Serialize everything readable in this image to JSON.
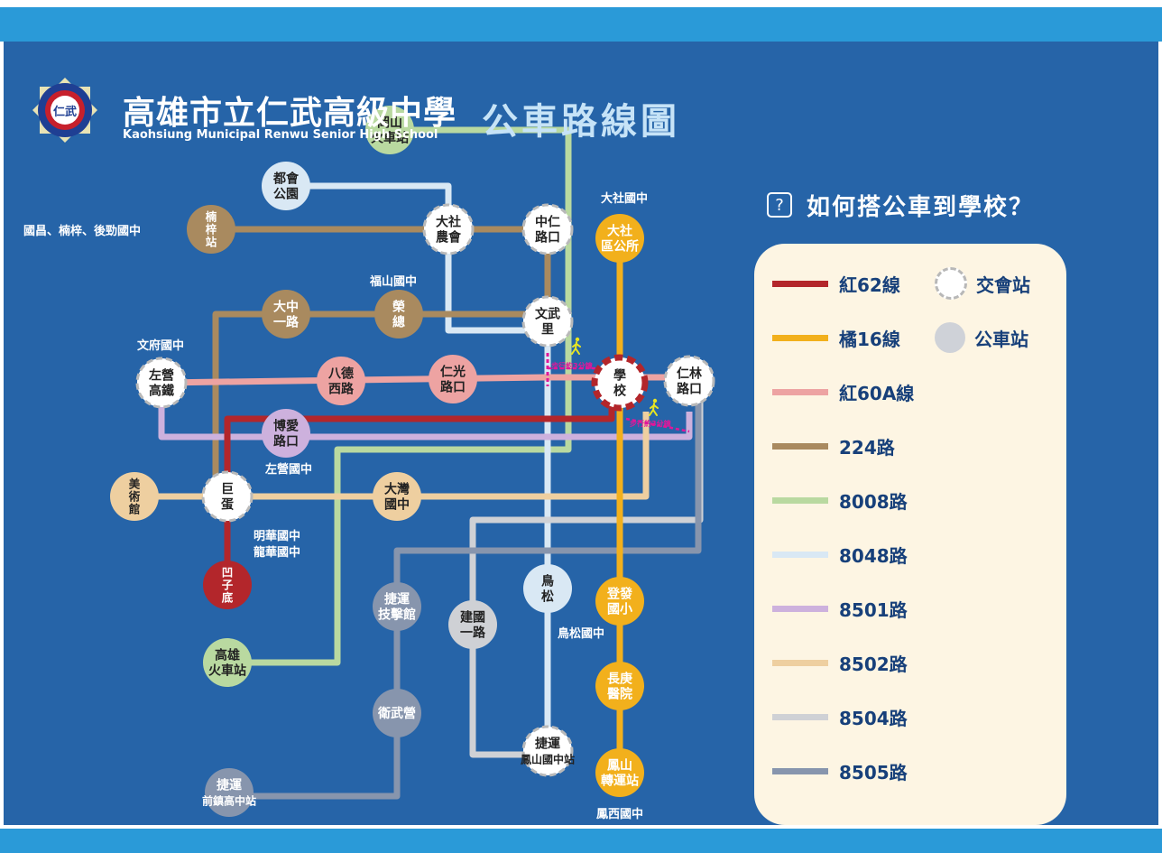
{
  "header": {
    "school_name_zh": "高雄市立仁武高級中學",
    "school_name_en": "Kaohsiung Municipal Renwu Senior High School",
    "map_title": "公車路線圖",
    "logo_text": "仁武"
  },
  "howto": {
    "icon": "question-icon",
    "icon_glyph": "?",
    "text": "如何搭公車到學校？"
  },
  "legend": {
    "routes": [
      {
        "label": "紅62線",
        "color": "#b3262b"
      },
      {
        "label": "橘16線",
        "color": "#f2b01c"
      },
      {
        "label": "紅60A線",
        "color": "#eda3a2"
      },
      {
        "label": "224路",
        "color": "#a98a5f"
      },
      {
        "label": "8008路",
        "color": "#b9d9a0"
      },
      {
        "label": "8048路",
        "color": "#d9e8f4"
      },
      {
        "label": "8501路",
        "color": "#cdb1dd"
      },
      {
        "label": "8502路",
        "color": "#eecfa0"
      },
      {
        "label": "8504路",
        "color": "#cfd1d5"
      },
      {
        "label": "8505路",
        "color": "#8795ad"
      }
    ],
    "symbols": {
      "junction": "交會站",
      "stop": "公車站"
    }
  },
  "walk_notes": {
    "wenwuli": "步行約3分鐘",
    "renlin": "步行約3分鐘"
  },
  "stations": [
    {
      "id": "gangshan",
      "lines": [
        "岡山",
        "火車站"
      ],
      "fill": "#b9d9a0",
      "color": "#222",
      "type": "stop"
    },
    {
      "id": "duhui",
      "lines": [
        "都會",
        "公園"
      ],
      "fill": "#d9e8f4",
      "color": "#222",
      "type": "stop"
    },
    {
      "id": "nanzi",
      "lines": [
        "楠",
        "梓",
        "站"
      ],
      "fill": "#a98a5f",
      "color": "#fff",
      "type": "stop"
    },
    {
      "id": "dashe_farm",
      "lines": [
        "大社",
        "農會"
      ],
      "fill": "#ffffff",
      "color": "#222",
      "type": "junction"
    },
    {
      "id": "zhongren",
      "lines": [
        "中仁",
        "路口"
      ],
      "fill": "#ffffff",
      "color": "#222",
      "type": "junction"
    },
    {
      "id": "dashe_office",
      "lines": [
        "大社",
        "區公所"
      ],
      "fill": "#f2b01c",
      "color": "#fff",
      "type": "stop"
    },
    {
      "id": "dazhong",
      "lines": [
        "大中",
        "一路"
      ],
      "fill": "#a98a5f",
      "color": "#fff",
      "type": "stop"
    },
    {
      "id": "rongzong",
      "lines": [
        "榮",
        "總"
      ],
      "fill": "#a98a5f",
      "color": "#fff",
      "type": "stop"
    },
    {
      "id": "wenwuli",
      "lines": [
        "文武",
        "里"
      ],
      "fill": "#ffffff",
      "color": "#222",
      "type": "junction"
    },
    {
      "id": "zuoying",
      "lines": [
        "左營",
        "高鐵"
      ],
      "fill": "#ffffff",
      "color": "#222",
      "type": "junction"
    },
    {
      "id": "bade",
      "lines": [
        "八德",
        "西路"
      ],
      "fill": "#eda3a2",
      "color": "#222",
      "type": "stop"
    },
    {
      "id": "renguang",
      "lines": [
        "仁光",
        "路口"
      ],
      "fill": "#eda3a2",
      "color": "#222",
      "type": "stop"
    },
    {
      "id": "school",
      "lines": [
        "學",
        "校"
      ],
      "fill": "#ffffff",
      "color": "#222",
      "type": "school"
    },
    {
      "id": "renlin",
      "lines": [
        "仁林",
        "路口"
      ],
      "fill": "#ffffff",
      "color": "#222",
      "type": "junction"
    },
    {
      "id": "boai",
      "lines": [
        "博愛",
        "路口"
      ],
      "fill": "#cdb1dd",
      "color": "#222",
      "type": "stop"
    },
    {
      "id": "meishu",
      "lines": [
        "美",
        "術",
        "館"
      ],
      "fill": "#eecfa0",
      "color": "#222",
      "type": "stop"
    },
    {
      "id": "judan",
      "lines": [
        "巨",
        "蛋"
      ],
      "fill": "#ffffff",
      "color": "#222",
      "type": "junction"
    },
    {
      "id": "dawan",
      "lines": [
        "大灣",
        "國中"
      ],
      "fill": "#eecfa0",
      "color": "#222",
      "type": "stop"
    },
    {
      "id": "aozidi",
      "lines": [
        "凹",
        "子",
        "底"
      ],
      "fill": "#b3262b",
      "color": "#fff",
      "type": "stop"
    },
    {
      "id": "mrt_tech",
      "lines": [
        "捷運",
        "技擊館"
      ],
      "fill": "#8795ad",
      "color": "#fff",
      "type": "stop"
    },
    {
      "id": "jianguo",
      "lines": [
        "建國",
        "一路"
      ],
      "fill": "#cfd1d5",
      "color": "#222",
      "type": "stop"
    },
    {
      "id": "niaosong",
      "lines": [
        "鳥",
        "松"
      ],
      "fill": "#d9e8f4",
      "color": "#222",
      "type": "stop"
    },
    {
      "id": "dengfa",
      "lines": [
        "登發",
        "國小"
      ],
      "fill": "#f2b01c",
      "color": "#fff",
      "type": "stop"
    },
    {
      "id": "kaohsiung_station",
      "lines": [
        "高雄",
        "火車站"
      ],
      "fill": "#b9d9a0",
      "color": "#222",
      "type": "stop"
    },
    {
      "id": "changgeng",
      "lines": [
        "長庚",
        "醫院"
      ],
      "fill": "#f2b01c",
      "color": "#fff",
      "type": "stop"
    },
    {
      "id": "weiwuying",
      "lines": [
        "衛武營"
      ],
      "fill": "#8795ad",
      "color": "#fff",
      "type": "stop"
    },
    {
      "id": "mrt_fengshan",
      "lines": [
        "捷運",
        "鳳山國中站"
      ],
      "fill": "#ffffff",
      "color": "#222",
      "type": "junction"
    },
    {
      "id": "fengshan_transfer",
      "lines": [
        "鳳山",
        "轉運站"
      ],
      "fill": "#f2b01c",
      "color": "#fff",
      "type": "stop"
    },
    {
      "id": "mrt_qianzhen",
      "lines": [
        "捷運",
        "前鎮高中站"
      ],
      "fill": "#8795ad",
      "color": "#fff",
      "type": "stop"
    }
  ],
  "place_labels": [
    {
      "id": "dashe_jh",
      "text": "大社國中"
    },
    {
      "id": "guochang",
      "text": "國昌、楠梓、後勁國中"
    },
    {
      "id": "fushan",
      "text": "福山國中"
    },
    {
      "id": "wenfu",
      "text": "文府國中"
    },
    {
      "id": "zuoying_jh",
      "text": "左營國中"
    },
    {
      "id": "minghua",
      "text": "明華國中"
    },
    {
      "id": "longhua",
      "text": "龍華國中"
    },
    {
      "id": "niaosong_jh",
      "text": "鳥松國中"
    },
    {
      "id": "fengxi",
      "text": "鳳西國中"
    }
  ]
}
